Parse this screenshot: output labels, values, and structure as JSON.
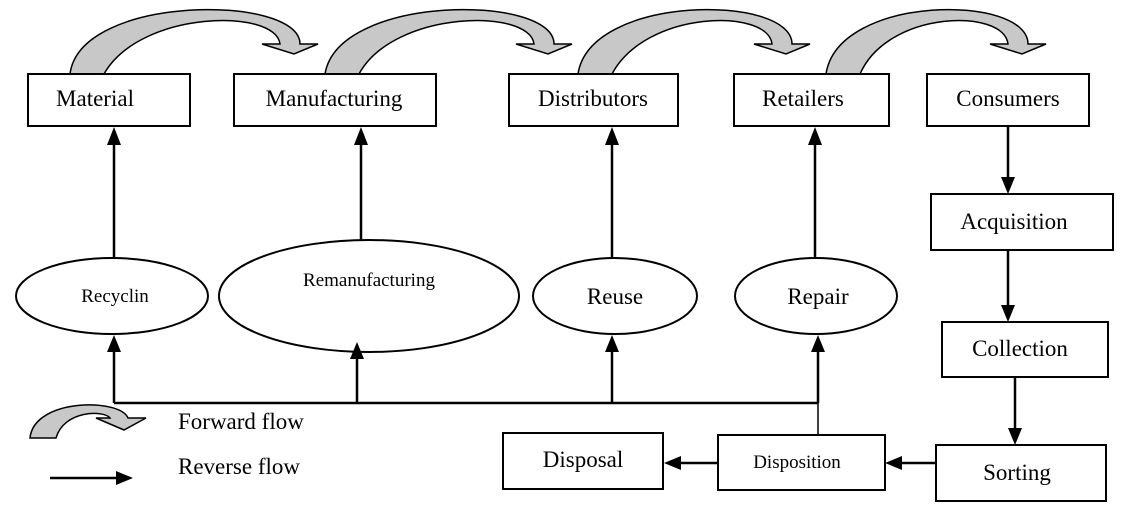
{
  "nodes": {
    "material": "Material",
    "manufacturing": "Manufacturing",
    "distributors": "Distributors",
    "retailers": "Retailers",
    "consumers": "Consumers",
    "acquisition": "Acquisition",
    "collection": "Collection",
    "sorting": "Sorting",
    "disposition": "Disposition",
    "disposal": "Disposal",
    "recycling": "Recyclin",
    "remanufacturing": "Remanufacturing",
    "reuse": "Reuse",
    "repair": "Repair"
  },
  "legend": {
    "forward": "Forward flow",
    "reverse": "Reverse flow"
  },
  "colors": {
    "forward_arrow_fill": "#c8c8c8",
    "stroke": "#000000"
  }
}
